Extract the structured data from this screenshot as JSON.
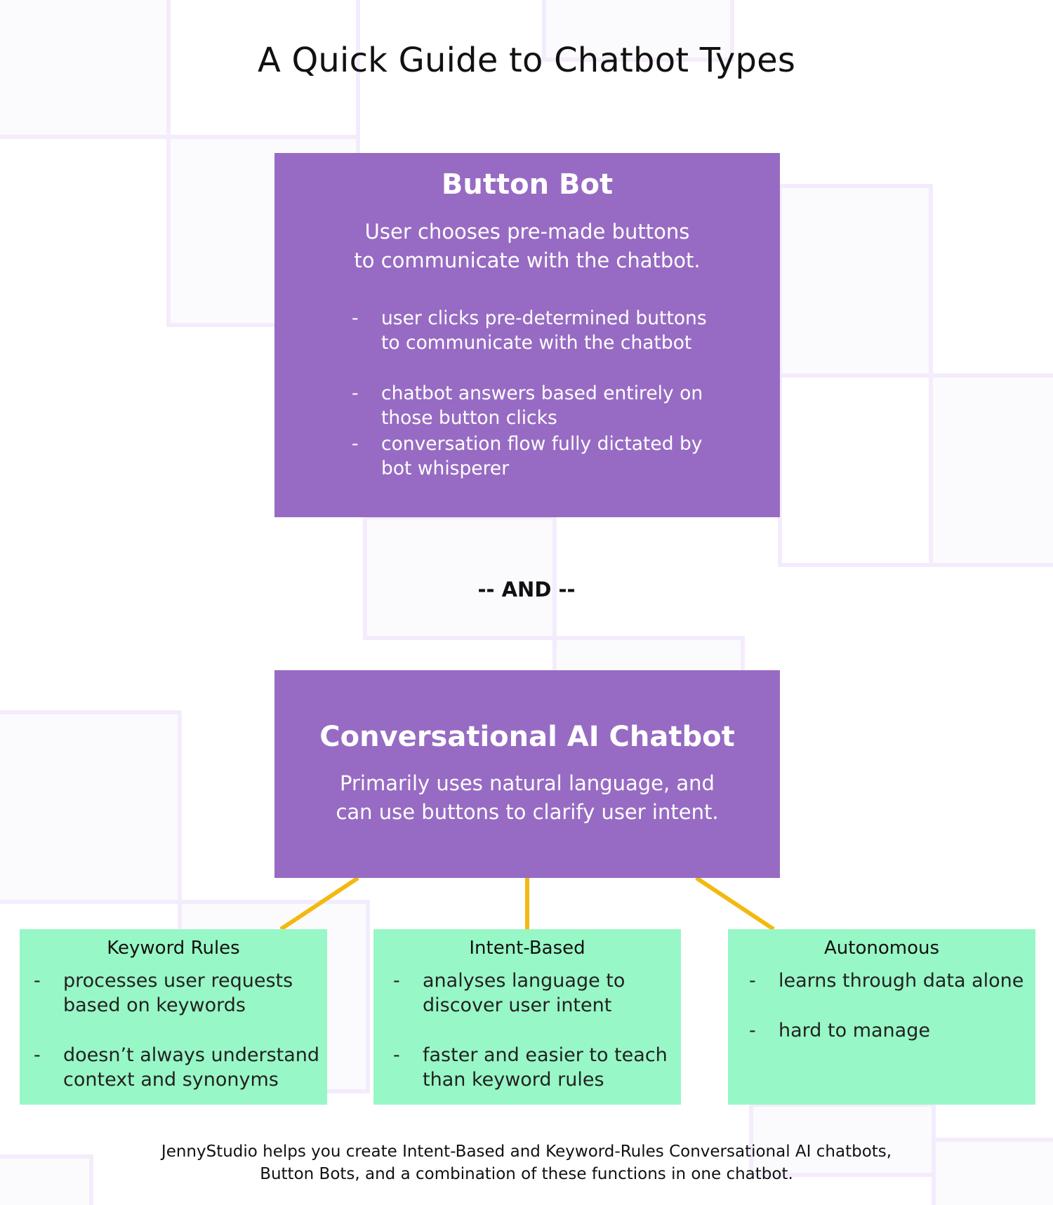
{
  "colors": {
    "purple": "#976bc3",
    "green": "#98f7c6",
    "connector": "#f2b90f",
    "bg_outline": "#f4ecfc"
  },
  "title": "A Quick Guide to Chatbot Types",
  "button_bot": {
    "title": "Button Bot",
    "subtitle": "User chooses pre-made buttons\nto communicate with the chatbot.",
    "bullets": [
      "user clicks pre-determined buttons\nto communicate with the chatbot",
      "chatbot answers based entirely on\nthose button clicks",
      "conversation flow fully dictated by\nbot whisperer"
    ]
  },
  "and_label": "-- AND --",
  "ai_bot": {
    "title": "Conversational AI Chatbot",
    "subtitle": "Primarily uses natural language, and\ncan use buttons to clarify user intent."
  },
  "bullet_marker": "-",
  "cards": [
    {
      "title": "Keyword Rules",
      "bullets": [
        "processes user requests\nbased on keywords",
        "doesn’t always understand\ncontext and synonyms"
      ]
    },
    {
      "title": "Intent-Based",
      "bullets": [
        "analyses language to\ndiscover user intent",
        "faster and easier to teach\nthan keyword rules"
      ]
    },
    {
      "title": "Autonomous",
      "bullets": [
        "learns through data alone",
        "hard to manage"
      ]
    }
  ],
  "footer": "JennyStudio helps you create Intent-Based and Keyword-Rules Conversational AI chatbots,\nButton Bots, and a combination of these functions in one chatbot."
}
